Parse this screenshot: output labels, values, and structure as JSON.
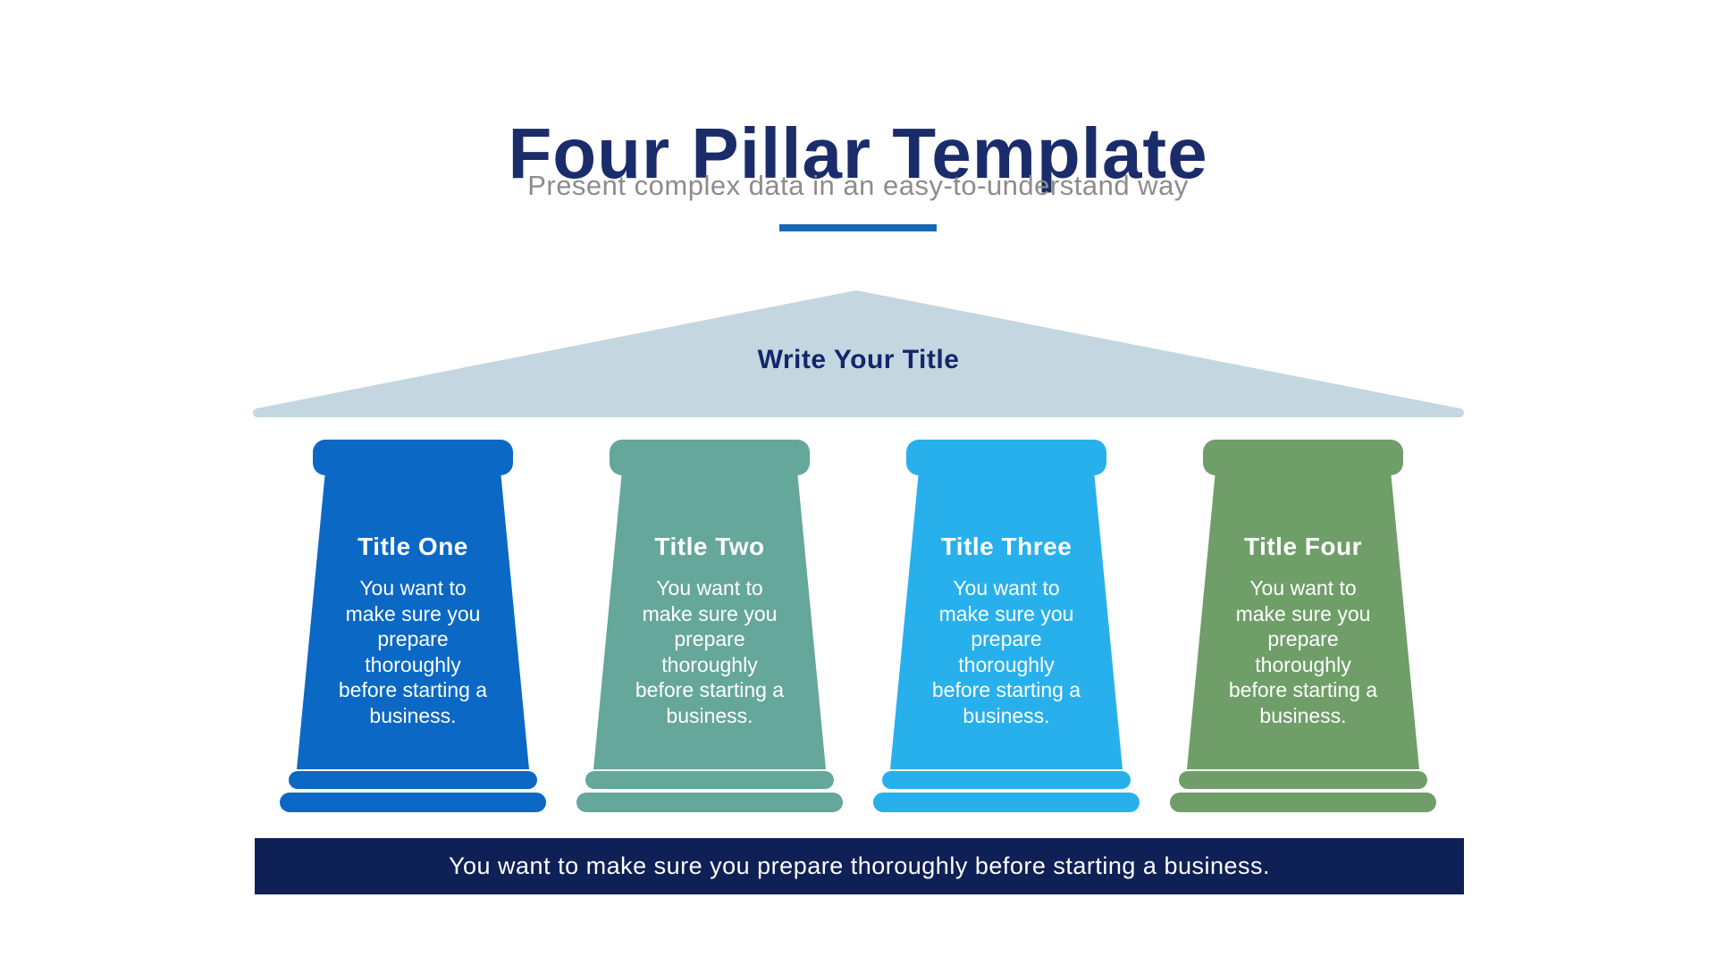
{
  "header": {
    "title": "Four Pillar Template",
    "subtitle": "Present complex data in an easy-to-understand way"
  },
  "roof": {
    "label": "Write Your Title"
  },
  "pillars": [
    {
      "title": "Title One",
      "body": "You want to\nmake sure you\nprepare\nthoroughly\nbefore starting a\nbusiness.",
      "color": "#0B68C4"
    },
    {
      "title": "Title Two",
      "body": "You want to\nmake sure you\nprepare\nthoroughly\nbefore starting a\nbusiness.",
      "color": "#65A79A"
    },
    {
      "title": "Title Three",
      "body": "You want to\nmake sure you\nprepare\nthoroughly\nbefore starting a\nbusiness.",
      "color": "#28B0ED"
    },
    {
      "title": "Title Four",
      "body": "You want to\nmake sure you\nprepare\nthoroughly\nbefore starting a\nbusiness.",
      "color": "#6F9E69"
    }
  ],
  "footer": {
    "text": "You want to make sure you prepare thoroughly before starting a business."
  },
  "colors": {
    "title_navy": "#1B2C6B",
    "subtitle_gray": "#8C8C8C",
    "divider_blue": "#1568B3",
    "roof_fill": "#C4D6DF",
    "roof_text": "#14266B",
    "footer_bg": "#0F2056",
    "footer_text": "#FFFFFF",
    "background": "#FFFFFF"
  }
}
